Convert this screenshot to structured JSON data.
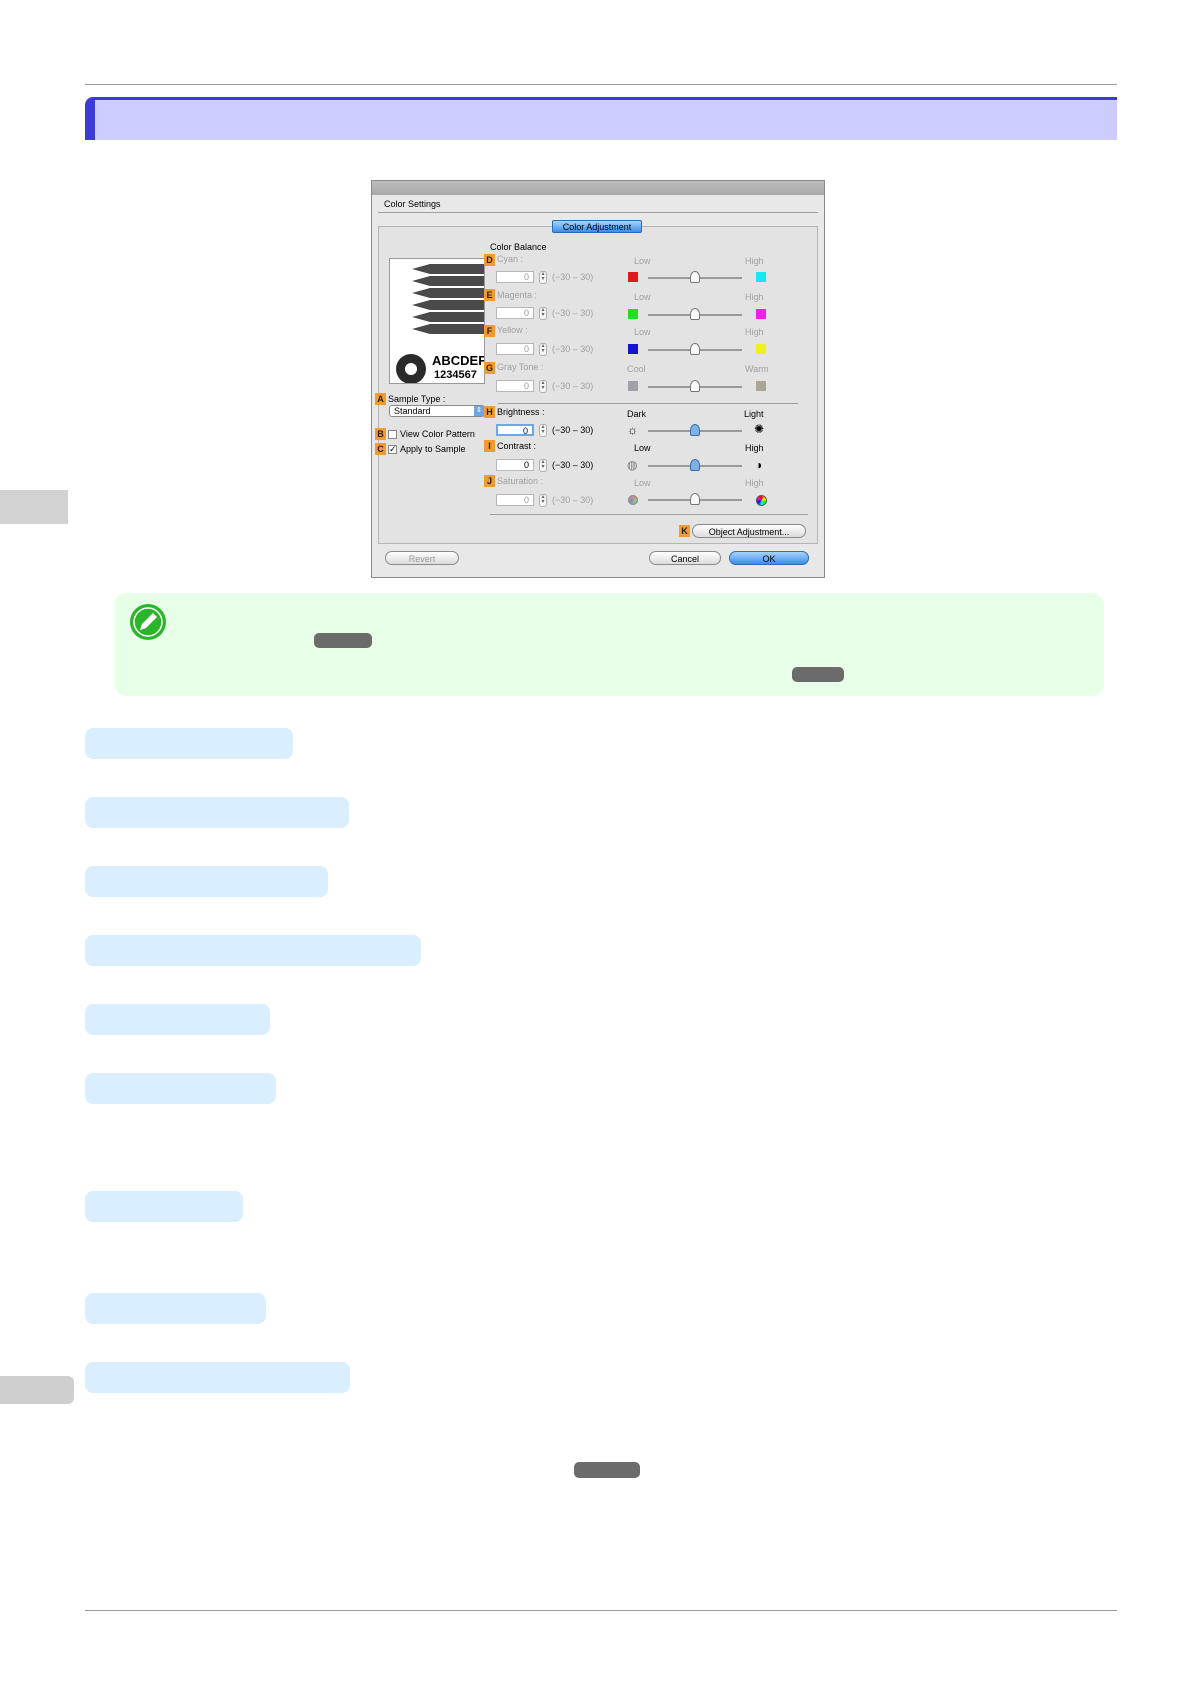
{
  "dialog": {
    "section_title": "Color Settings",
    "tab_label": "Color Adjustment",
    "color_balance_heading": "Color Balance",
    "sample": {
      "text1": "ABCDEF",
      "text2": "1234567"
    },
    "sample_type": {
      "tag": "A",
      "label": "Sample Type :",
      "value": "Standard"
    },
    "view_color_pattern": {
      "tag": "B",
      "label": "View Color Pattern",
      "checked": false
    },
    "apply_to_sample": {
      "tag": "C",
      "label": "Apply to Sample",
      "checked": true
    },
    "range_text": "(−30 – 30)",
    "rows": [
      {
        "tag": "D",
        "label": "Cyan :",
        "value": "0",
        "low": "Low",
        "high": "High",
        "low_color": "#e0191e",
        "high_color": "#19e6f0",
        "enabled": false
      },
      {
        "tag": "E",
        "label": "Magenta :",
        "value": "0",
        "low": "Low",
        "high": "High",
        "low_color": "#1ee01e",
        "high_color": "#f01ee6",
        "enabled": false
      },
      {
        "tag": "F",
        "label": "Yellow :",
        "value": "0",
        "low": "Low",
        "high": "High",
        "low_color": "#1414d2",
        "high_color": "#f0f01e",
        "enabled": false
      },
      {
        "tag": "G",
        "label": "Gray Tone :",
        "value": "0",
        "low": "Cool",
        "high": "Warm",
        "low_color": "#a0a0a8",
        "high_color": "#aaa696",
        "enabled": false
      },
      {
        "tag": "H",
        "label": "Brightness :",
        "value": "0",
        "low": "Dark",
        "high": "Light",
        "enabled": true
      },
      {
        "tag": "I",
        "label": "Contrast :",
        "value": "0",
        "low": "Low",
        "high": "High",
        "enabled": true
      },
      {
        "tag": "J",
        "label": "Saturation :",
        "value": "0",
        "low": "Low",
        "high": "High",
        "enabled": false
      }
    ],
    "object_adjustment": {
      "tag": "K",
      "label": "Object Adjustment..."
    },
    "buttons": {
      "revert": "Revert",
      "cancel": "Cancel",
      "ok": "OK"
    }
  }
}
